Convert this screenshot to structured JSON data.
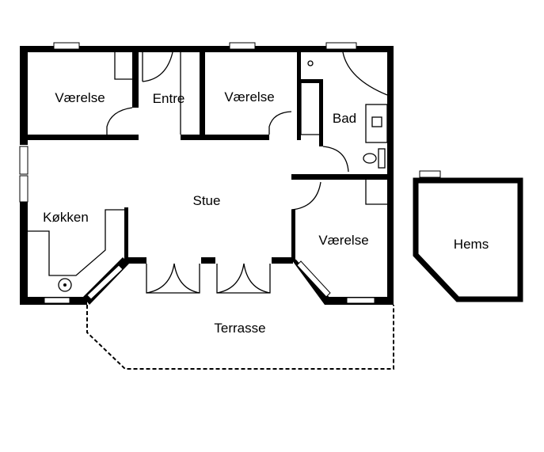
{
  "rooms": {
    "vaerelse_1": "Værelse",
    "entre": "Entre",
    "vaerelse_2": "Værelse",
    "bad": "Bad",
    "stue": "Stue",
    "kokken": "Køkken",
    "vaerelse_3": "Værelse",
    "hems": "Hems",
    "terrasse": "Terrasse"
  }
}
